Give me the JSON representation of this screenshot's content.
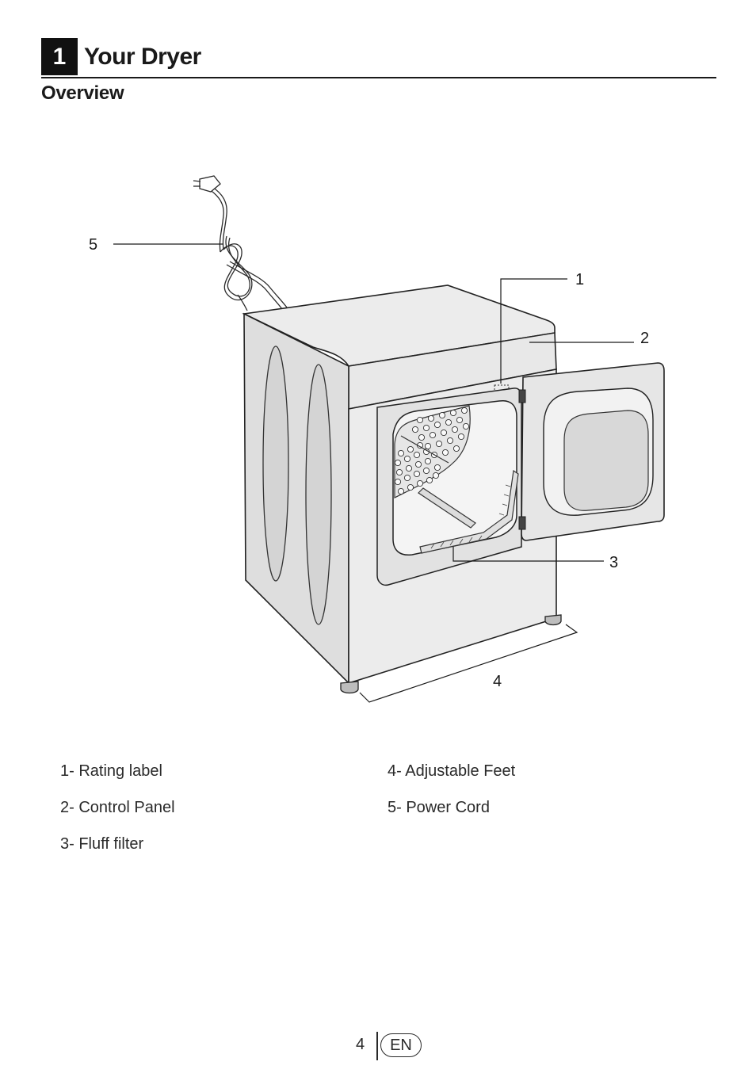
{
  "chapter": {
    "number": "1",
    "title": "Your Dryer"
  },
  "section": {
    "title": "Overview"
  },
  "figure": {
    "callouts": {
      "c1": "1",
      "c2": "2",
      "c3": "3",
      "c4": "4",
      "c5": "5"
    }
  },
  "legend": {
    "left": [
      "1- Rating label",
      "2- Control Panel",
      "3- Fluff filter"
    ],
    "right": [
      "4- Adjustable Feet",
      "5- Power Cord"
    ]
  },
  "footer": {
    "page_number": "4",
    "language": "EN"
  }
}
